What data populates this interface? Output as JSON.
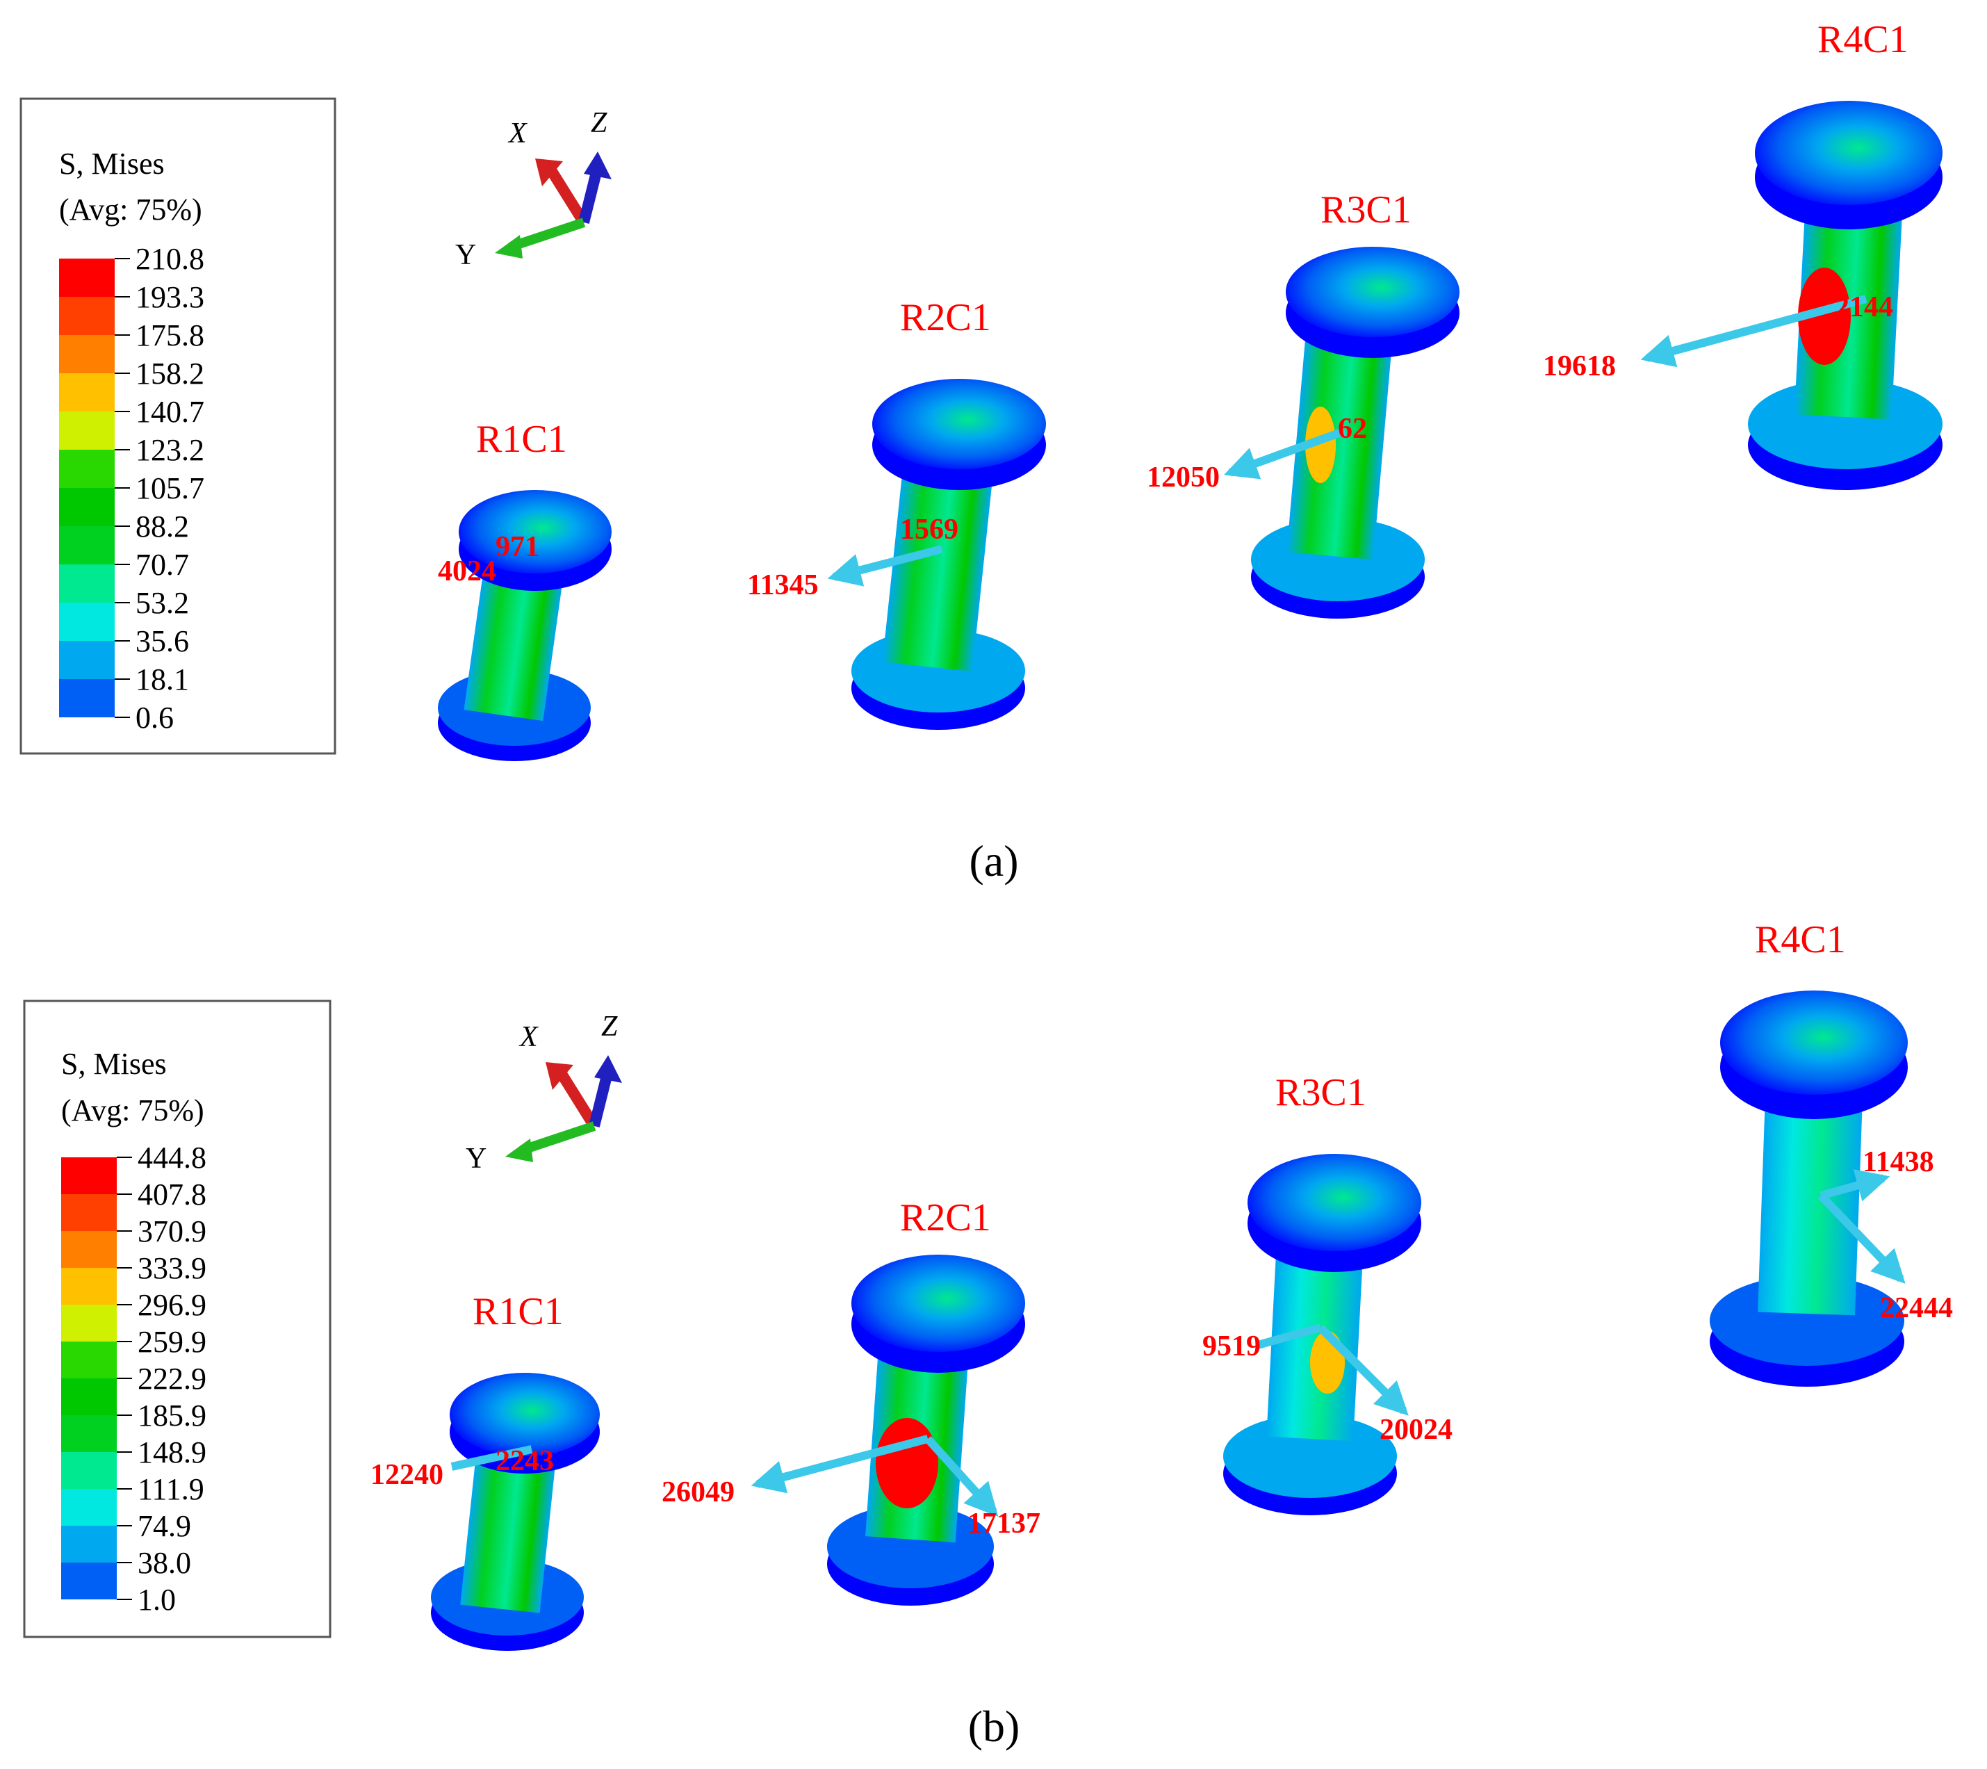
{
  "colors": {
    "scale": [
      "#0000ff",
      "#005ff5",
      "#00a8f0",
      "#00e8e0",
      "#00e890",
      "#00d020",
      "#00c800",
      "#28d800",
      "#cff000",
      "#ffc000",
      "#ff8000",
      "#ff4000",
      "#ff0000"
    ],
    "label_red": "#ff0000",
    "arrow": "#3cc8e8",
    "axis_x": "#d42020",
    "axis_y": "#22bb22",
    "axis_z": "#2020c0"
  },
  "panels": [
    {
      "caption": "(a)",
      "legend": {
        "title_line1": "S, Mises",
        "title_line2": "(Avg: 75%)",
        "values": [
          "210.8",
          "193.3",
          "175.8",
          "158.2",
          "140.7",
          "123.2",
          "105.7",
          "88.2",
          "70.7",
          "53.2",
          "35.6",
          "18.1",
          "0.6"
        ]
      },
      "triad": {
        "x": "X",
        "y": "Y",
        "z": "Z"
      },
      "specimens": [
        {
          "name": "R1C1",
          "labels": [
            "4024",
            "971"
          ]
        },
        {
          "name": "R2C1",
          "labels": [
            "11345",
            "1569"
          ]
        },
        {
          "name": "R3C1",
          "labels": [
            "12050",
            "62"
          ]
        },
        {
          "name": "R4C1",
          "labels": [
            "19618",
            "2144"
          ]
        }
      ]
    },
    {
      "caption": "(b)",
      "legend": {
        "title_line1": "S, Mises",
        "title_line2": "(Avg: 75%)",
        "values": [
          "444.8",
          "407.8",
          "370.9",
          "333.9",
          "296.9",
          "259.9",
          "222.9",
          "185.9",
          "148.9",
          "111.9",
          "74.9",
          "38.0",
          "1.0"
        ]
      },
      "triad": {
        "x": "X",
        "y": "Y",
        "z": "Z"
      },
      "specimens": [
        {
          "name": "R1C1",
          "labels": [
            "12240",
            "2243"
          ]
        },
        {
          "name": "R2C1",
          "labels": [
            "26049",
            "17137"
          ]
        },
        {
          "name": "R3C1",
          "labels": [
            "9519",
            "20024"
          ]
        },
        {
          "name": "R4C1",
          "labels": [
            "11438",
            "22444"
          ]
        }
      ]
    }
  ]
}
